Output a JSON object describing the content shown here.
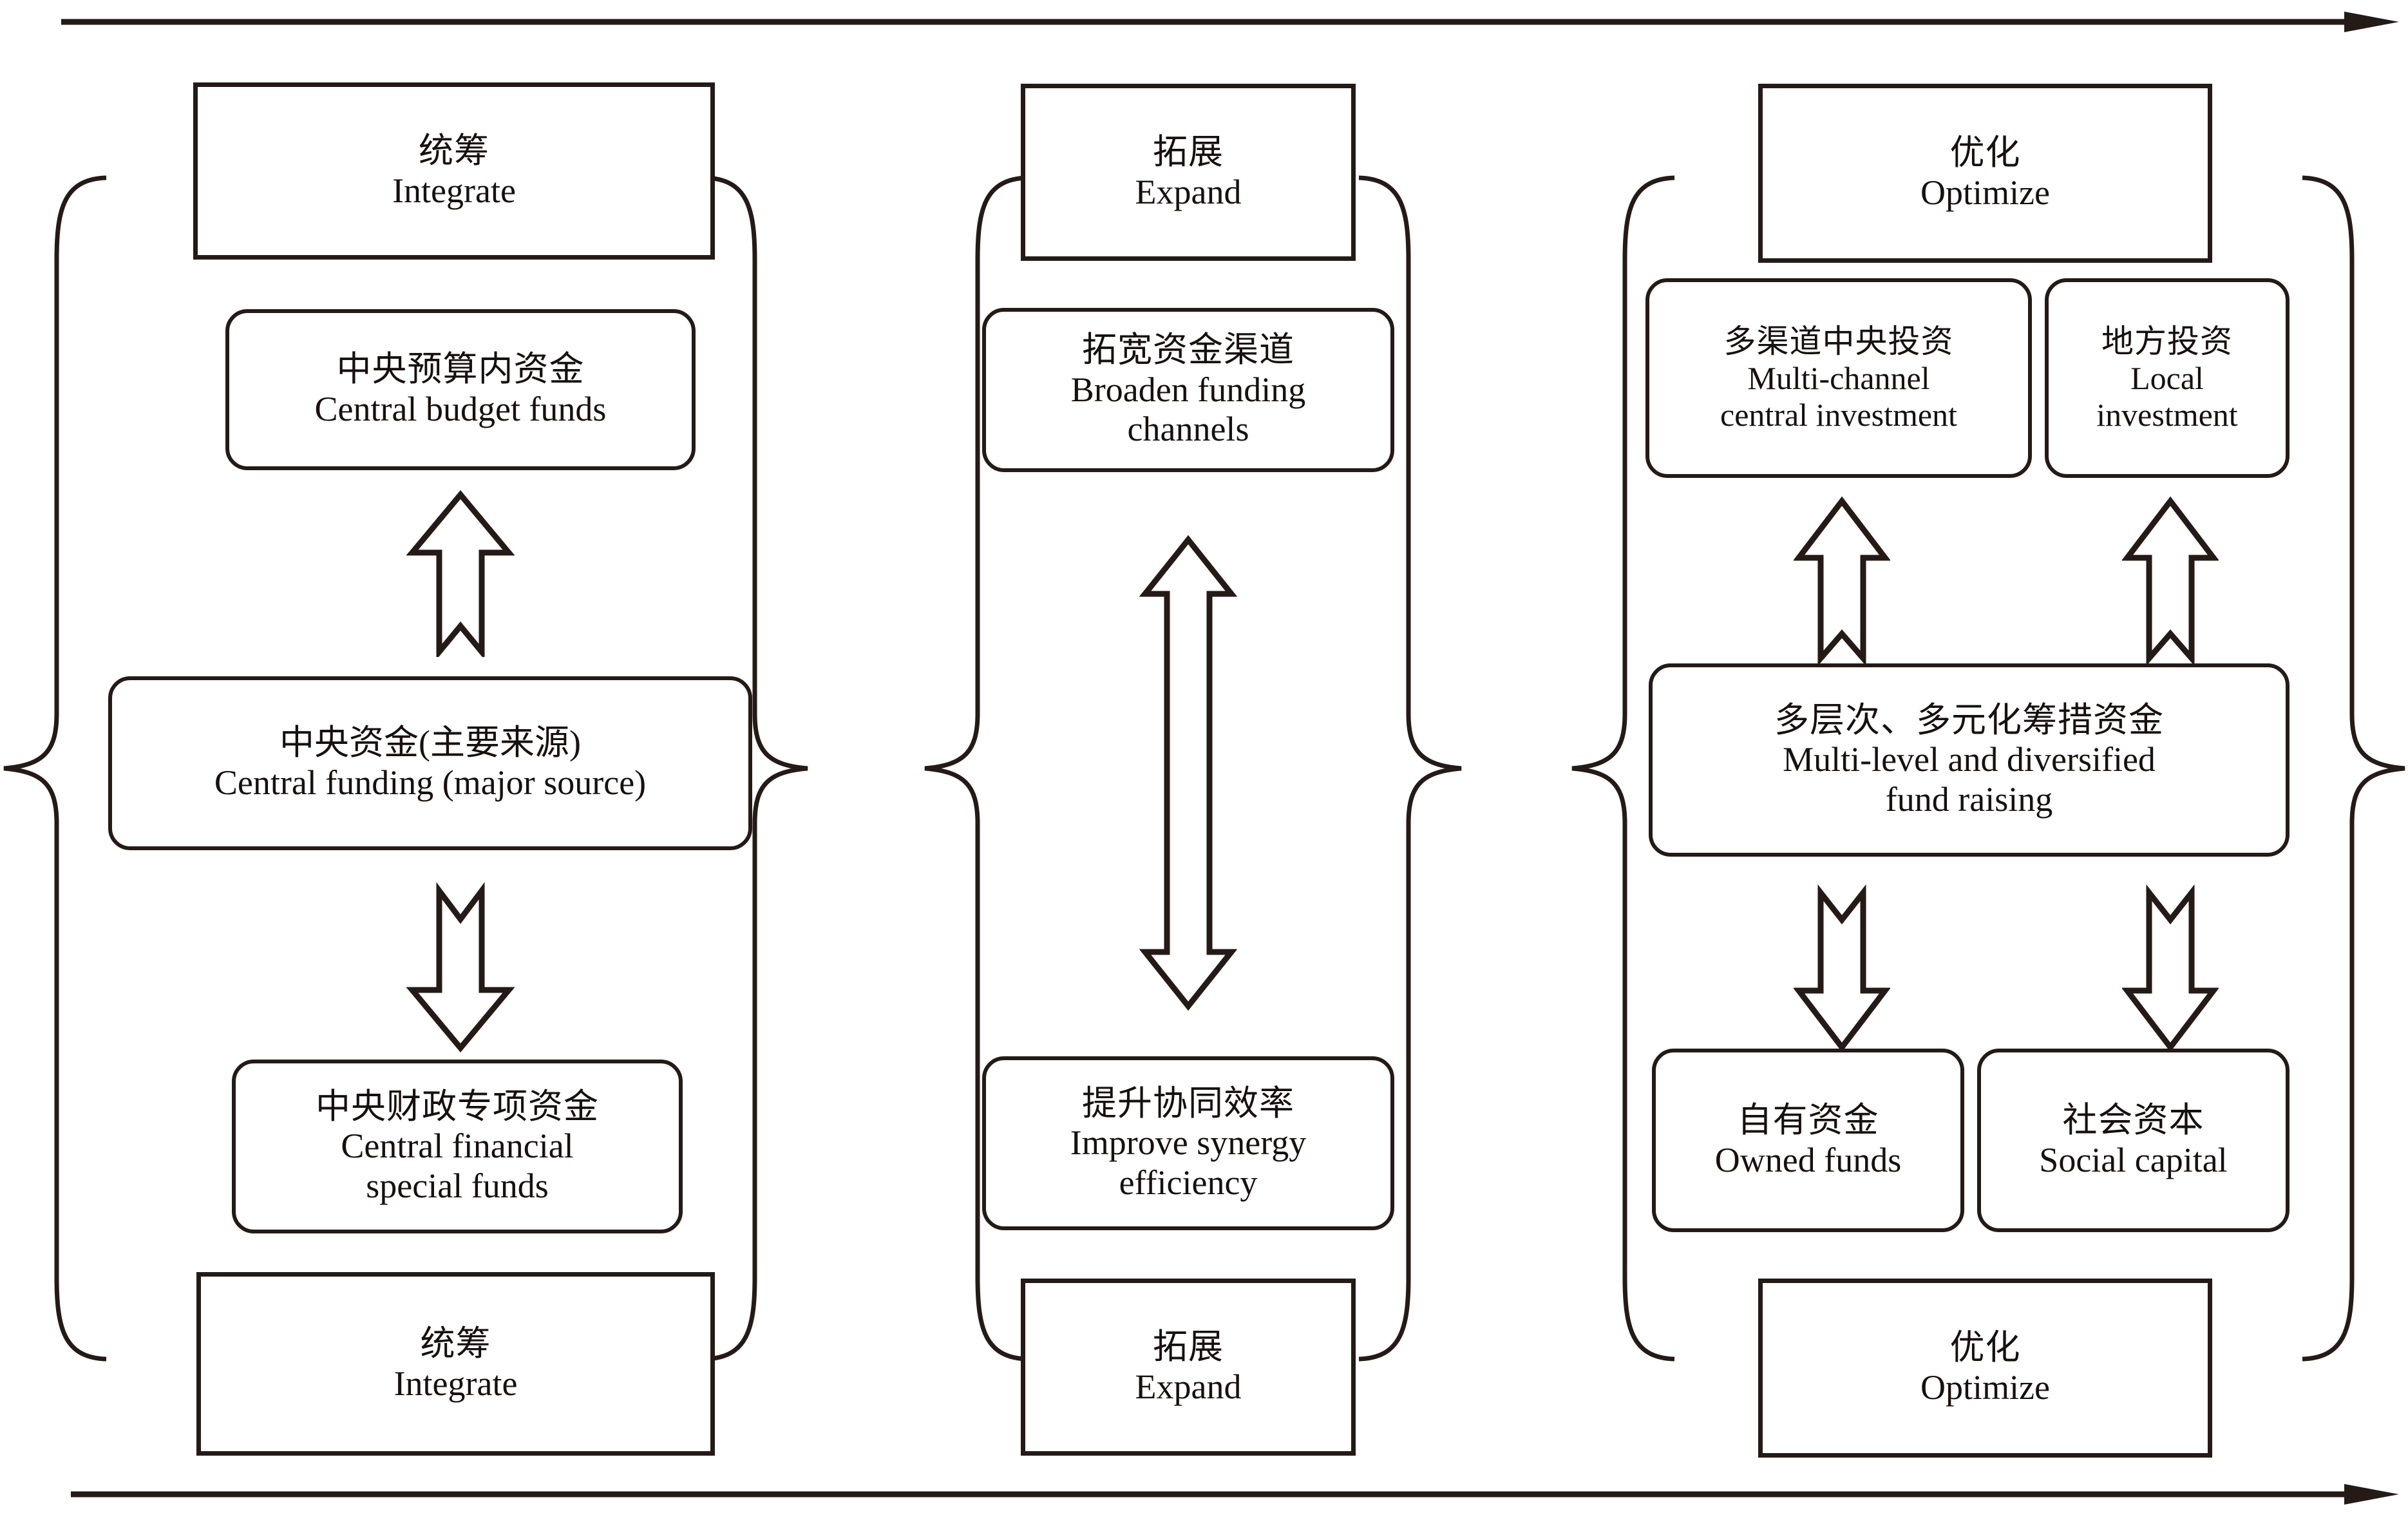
{
  "figure": {
    "title_cn": "",
    "colors": {
      "stroke": "#241a16",
      "text": "#17100e",
      "background": "#ffffff"
    },
    "top_arrow": {
      "name": "top-timeline-arrow",
      "direction": "right"
    },
    "bottom_arrow": {
      "name": "bottom-timeline-arrow",
      "direction": "right"
    }
  },
  "columns": [
    {
      "id": "integrate",
      "header": {
        "cn": "统筹",
        "en": "Integrate"
      },
      "footer": {
        "cn": "统筹",
        "en": "Integrate"
      },
      "nodes": [
        {
          "id": "central-budget-funds",
          "cn": "中央预算内资金",
          "en": "Central budget funds"
        },
        {
          "id": "central-funding-major-source",
          "cn": "中央资金(主要来源)",
          "en": "Central funding (major source)"
        },
        {
          "id": "central-financial-special-funds",
          "cn": "中央财政专项资金",
          "en_line1": "Central financial",
          "en_line2": "special funds"
        }
      ],
      "arrows": [
        {
          "id": "arrow-up-to-central-budget-funds",
          "direction": "up"
        },
        {
          "id": "arrow-down-to-special-funds",
          "direction": "down"
        }
      ]
    },
    {
      "id": "expand",
      "header": {
        "cn": "拓展",
        "en": "Expand"
      },
      "footer": {
        "cn": "拓展",
        "en": "Expand"
      },
      "nodes": [
        {
          "id": "broaden-funding-channels",
          "cn": "拓宽资金渠道",
          "en_line1": "Broaden funding",
          "en_line2": "channels"
        },
        {
          "id": "improve-synergy-efficiency",
          "cn": "提升协同效率",
          "en_line1": "Improve synergy",
          "en_line2": "efficiency"
        }
      ],
      "arrows": [
        {
          "id": "arrow-bidirectional-channels-synergy",
          "direction": "both"
        }
      ]
    },
    {
      "id": "optimize",
      "header": {
        "cn": "优化",
        "en": "Optimize"
      },
      "footer": {
        "cn": "优化",
        "en": "Optimize"
      },
      "nodes": [
        {
          "id": "multi-channel-central-investment",
          "cn": "多渠道中央投资",
          "en_line1": "Multi-channel",
          "en_line2": "central investment"
        },
        {
          "id": "local-investment",
          "cn": "地方投资",
          "en_line1": "Local",
          "en_line2": "investment"
        },
        {
          "id": "multi-level-diversified-fund-raising",
          "cn": "多层次、多元化筹措资金",
          "en_line1": "Multi-level and diversified",
          "en_line2": "fund raising"
        },
        {
          "id": "owned-funds",
          "cn": "自有资金",
          "en": "Owned funds"
        },
        {
          "id": "social-capital",
          "cn": "社会资本",
          "en": "Social capital"
        }
      ],
      "arrows": [
        {
          "id": "arrow-up-to-multi-channel-central-investment",
          "direction": "up"
        },
        {
          "id": "arrow-up-to-local-investment",
          "direction": "up"
        },
        {
          "id": "arrow-down-to-owned-funds",
          "direction": "down"
        },
        {
          "id": "arrow-down-to-social-capital",
          "direction": "down"
        }
      ]
    }
  ]
}
